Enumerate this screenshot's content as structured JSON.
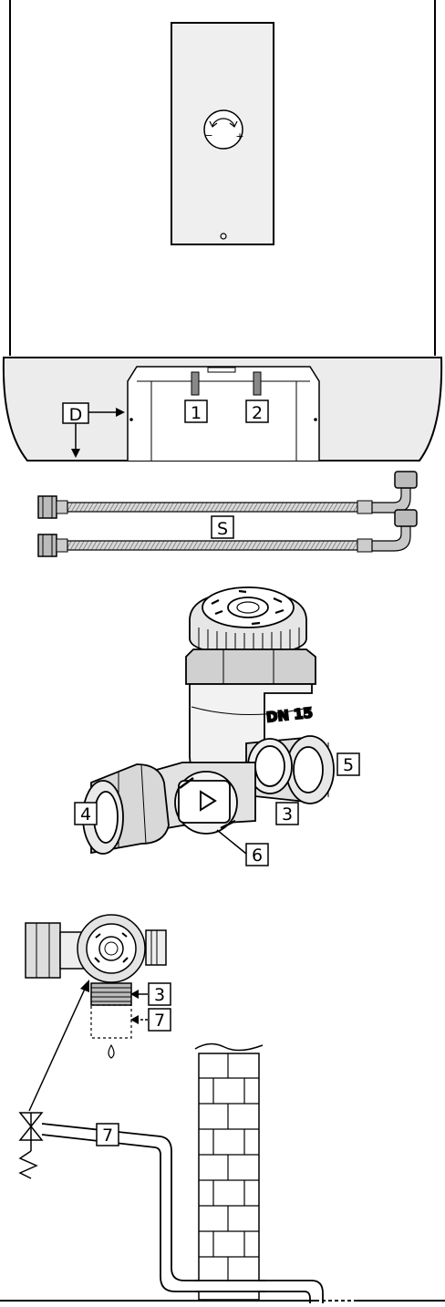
{
  "knob": {
    "minus": "−",
    "plus": "+"
  },
  "labels": {
    "d": "D",
    "one": "1",
    "two": "2",
    "s": "S",
    "three_valve": "3",
    "four": "4",
    "five": "5",
    "six": "6",
    "three_mini": "3",
    "seven_mini": "7",
    "seven_pipe": "7"
  },
  "valve": {
    "marking": "DN 15"
  }
}
